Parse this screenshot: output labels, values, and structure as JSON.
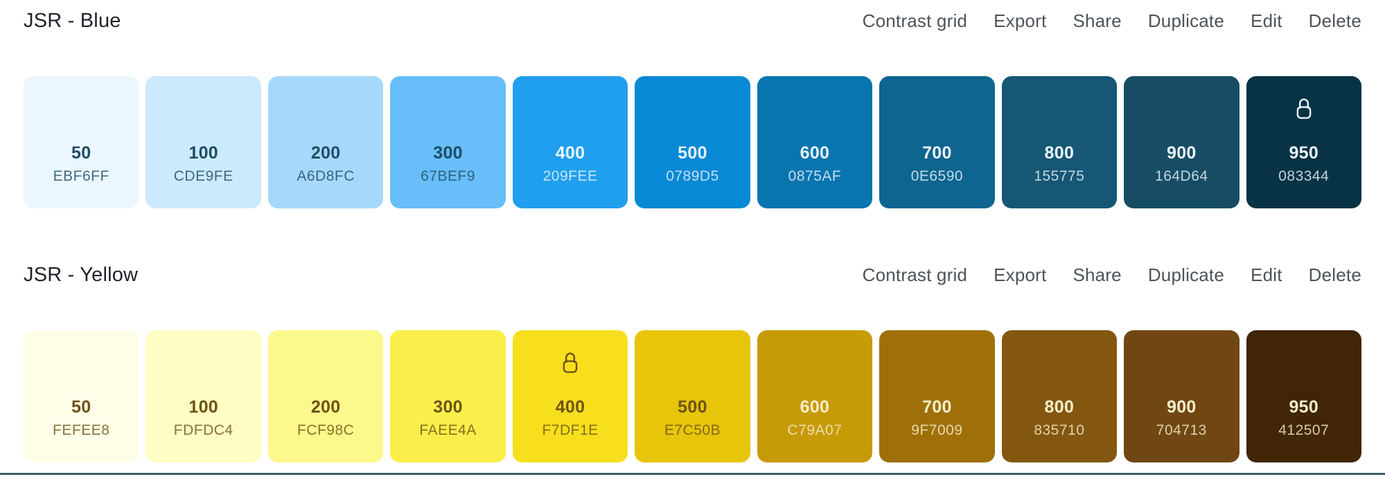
{
  "ui": {
    "background": "#ffffff",
    "title_color": "#1f2329",
    "action_color": "#4d5359",
    "divider_color": "#3d5f66"
  },
  "palettes": [
    {
      "title": "JSR - Blue",
      "actions": [
        "Contrast grid",
        "Export",
        "Share",
        "Duplicate",
        "Edit",
        "Delete"
      ],
      "text_dark": "#1d4d66",
      "text_light": "#eaf4fd",
      "swatches": [
        {
          "step": "50",
          "hex": "EBF6FF",
          "locked": false
        },
        {
          "step": "100",
          "hex": "CDE9FE",
          "locked": false
        },
        {
          "step": "200",
          "hex": "A6D8FC",
          "locked": false
        },
        {
          "step": "300",
          "hex": "67BEF9",
          "locked": false
        },
        {
          "step": "400",
          "hex": "209FEE",
          "locked": false
        },
        {
          "step": "500",
          "hex": "0789D5",
          "locked": false
        },
        {
          "step": "600",
          "hex": "0875AF",
          "locked": false
        },
        {
          "step": "700",
          "hex": "0E6590",
          "locked": false
        },
        {
          "step": "800",
          "hex": "155775",
          "locked": false
        },
        {
          "step": "900",
          "hex": "164D64",
          "locked": false
        },
        {
          "step": "950",
          "hex": "083344",
          "locked": true
        }
      ]
    },
    {
      "title": "JSR - Yellow",
      "actions": [
        "Contrast grid",
        "Export",
        "Share",
        "Duplicate",
        "Edit",
        "Delete"
      ],
      "text_dark": "#6d5314",
      "text_light": "#f6eecb",
      "swatches": [
        {
          "step": "50",
          "hex": "FEFEE8",
          "locked": false
        },
        {
          "step": "100",
          "hex": "FDFDC4",
          "locked": false
        },
        {
          "step": "200",
          "hex": "FCF98C",
          "locked": false
        },
        {
          "step": "300",
          "hex": "FAEE4A",
          "locked": false
        },
        {
          "step": "400",
          "hex": "F7DF1E",
          "locked": true
        },
        {
          "step": "500",
          "hex": "E7C50B",
          "locked": false
        },
        {
          "step": "600",
          "hex": "C79A07",
          "locked": false
        },
        {
          "step": "700",
          "hex": "9F7009",
          "locked": false
        },
        {
          "step": "800",
          "hex": "835710",
          "locked": false
        },
        {
          "step": "900",
          "hex": "704713",
          "locked": false
        },
        {
          "step": "950",
          "hex": "412507",
          "locked": false
        }
      ]
    }
  ]
}
